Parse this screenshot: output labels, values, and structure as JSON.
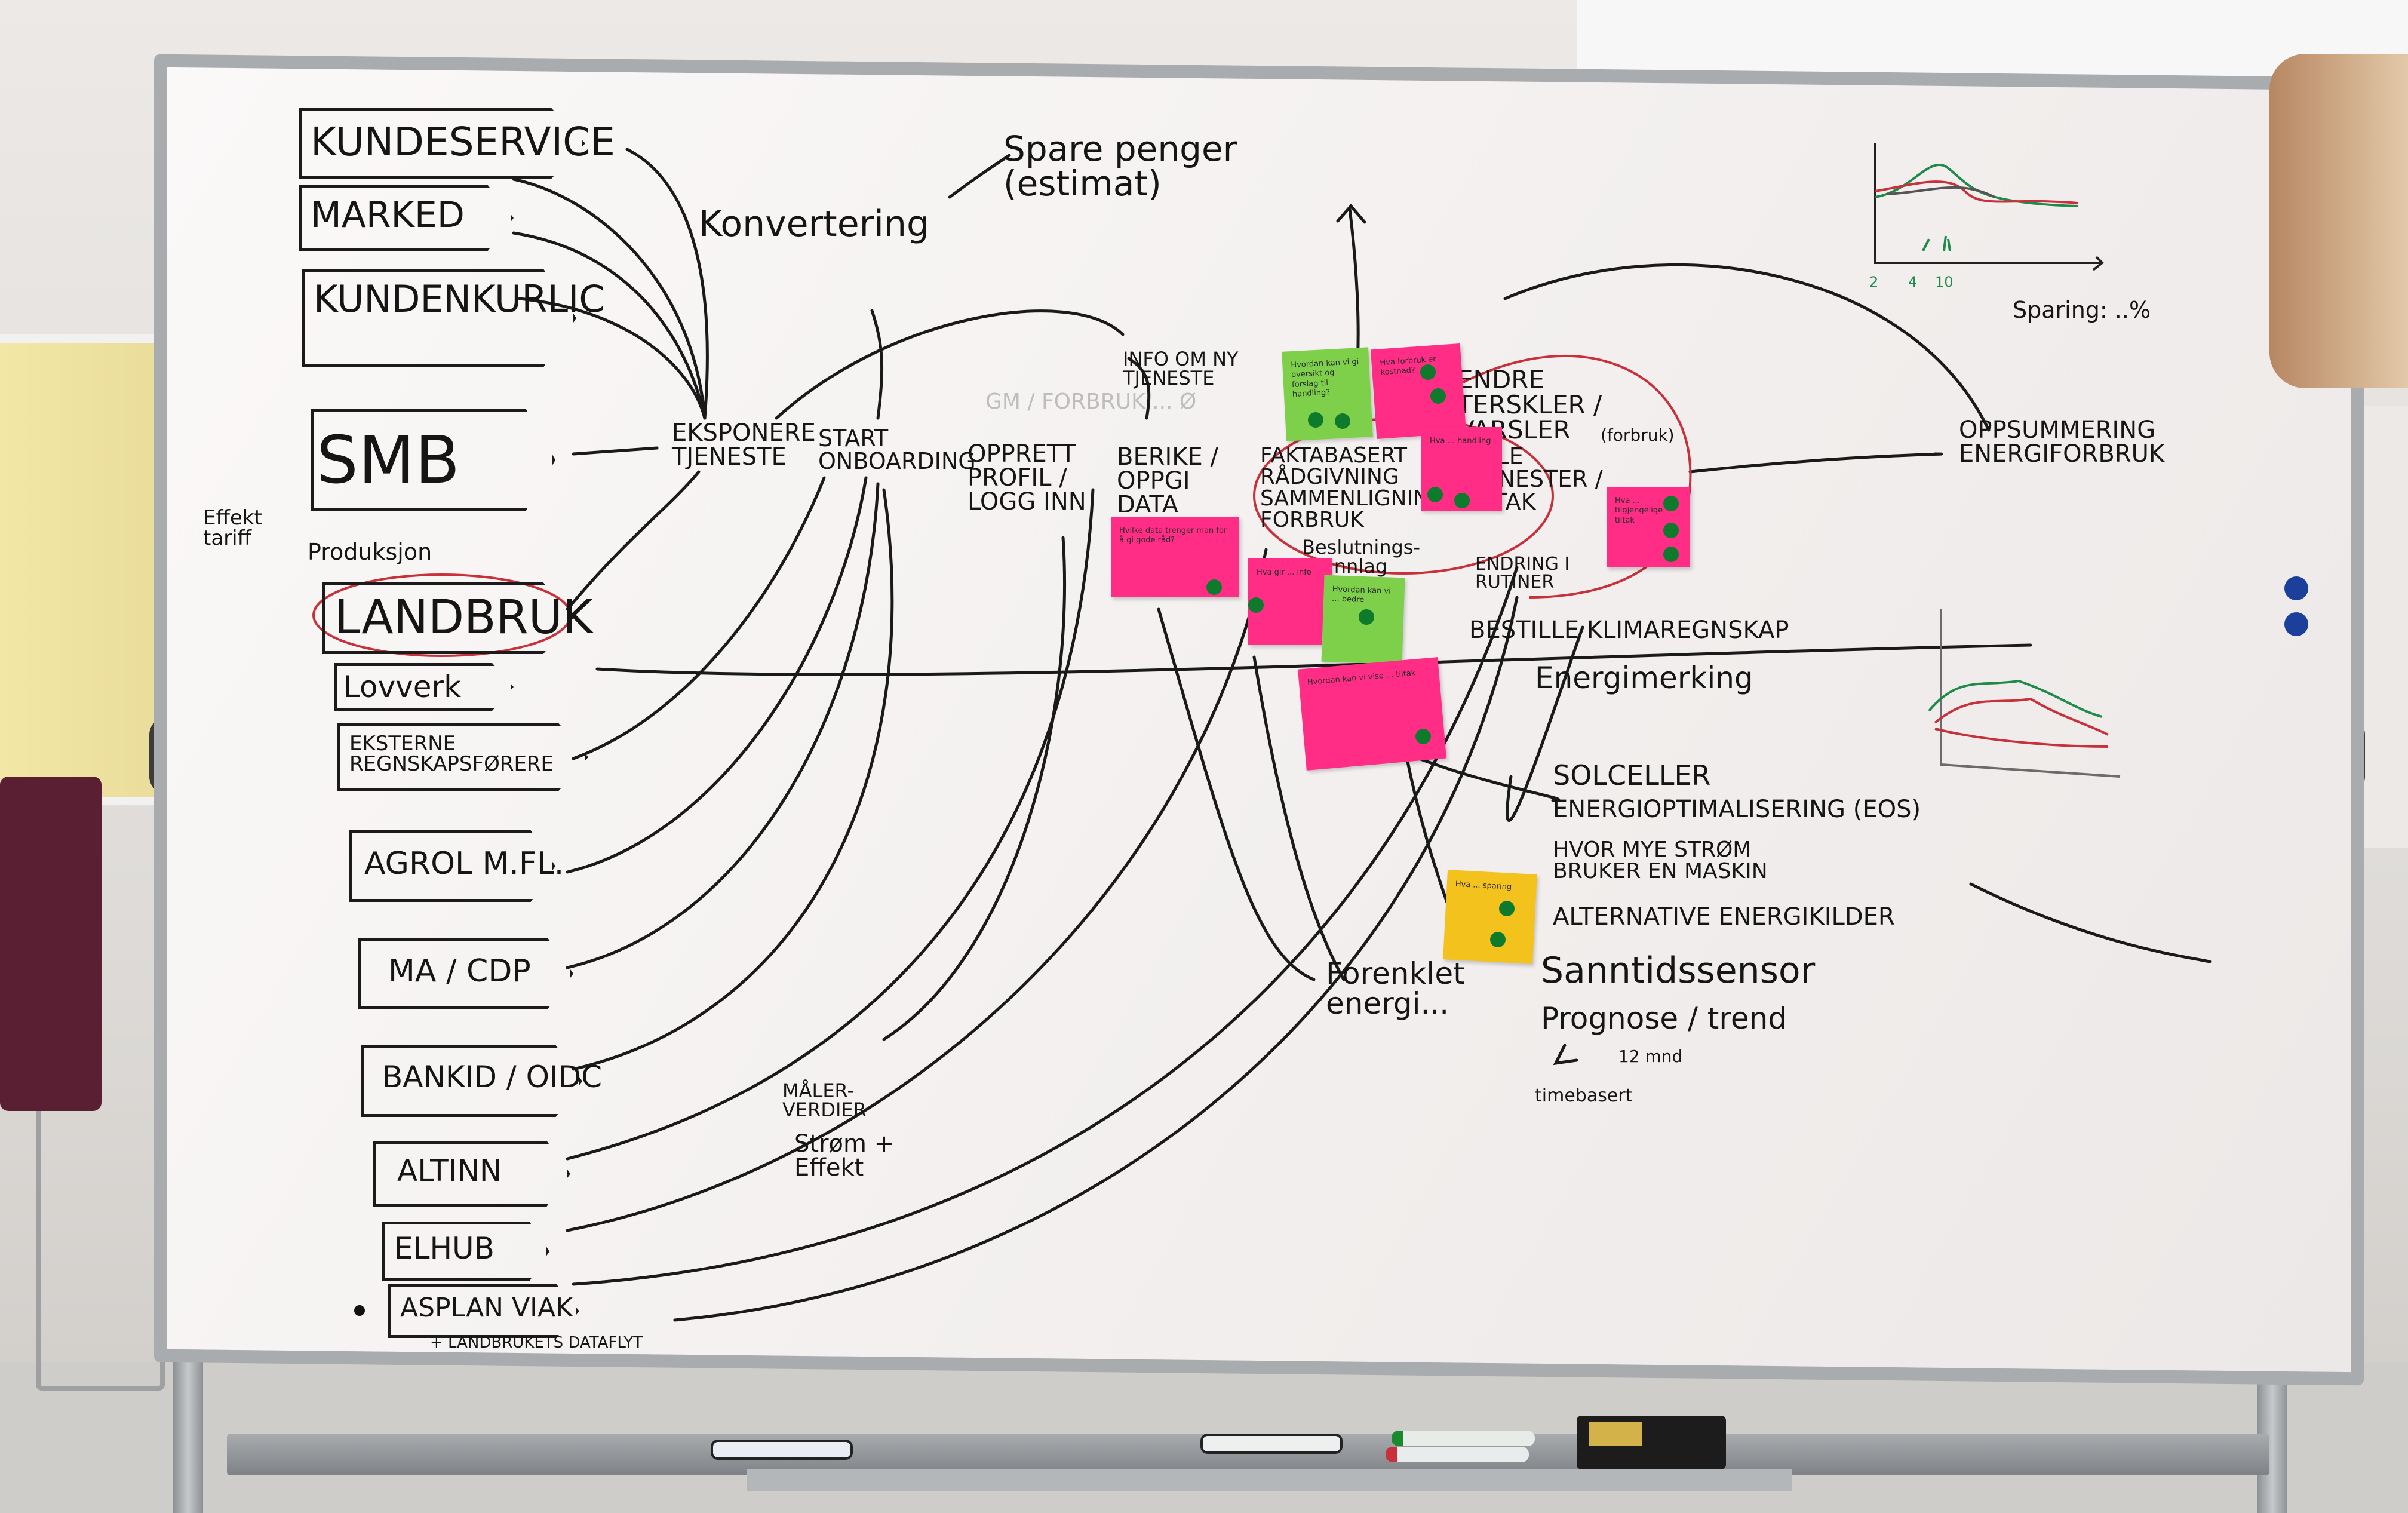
{
  "left_column": [
    "KUNDESERVICE",
    "MARKED",
    "KUNDENKURLIC",
    "SMB",
    "Produksjon",
    "LANDBRUK",
    "Lovverk",
    "EKSTERNE REGNSKAPSFØRERE",
    "AGROL M.FL.",
    "MA / CDP",
    "BANKID / OIDC",
    "ALTINN",
    "ELHUB",
    "ASPLAN VIAK",
    "+ LANDBRUKETS DATAFLYT"
  ],
  "effekt_tariff": "Effekt tariff",
  "flow": [
    "EKSPONERE TJENESTE",
    "START ONBOARDING",
    "OPPRETT PROFIL / LOGG INN",
    "BERIKE / OPPGI DATA",
    "FAKTABASERT RÅDGIVNING SAMMENLIGNING FORBRUK",
    "ENDRE TERSKLER / VARSLER",
    "TILLE TJENESTER / TILTAK",
    "ENDRING I RUTINER"
  ],
  "top_texts": [
    "Spare penger (estimat)",
    "Konvertering",
    "INFO OM NY TJENESTE",
    "GM / FORBRUK ... Ø"
  ],
  "beslutning": "Beslutnings- grunnlag",
  "forbruk_note": "(forbruk)",
  "oppsummering": "OPPSUMMERING ENERGIFORBRUK",
  "right_list": [
    "BESTILLE KLIMAREGNSKAP",
    "Energimerking",
    "SOLCELLER",
    "ENERGIOPTIMALISERING (EOS)",
    "HVOR MYE STRØM BRUKER EN MASKIN",
    "ALTERNATIVE ENERGIKILDER",
    "Sanntidssensor",
    "Prognose / trend",
    "12 mnd",
    "timebasert",
    "Forenklet energi..."
  ],
  "maler": [
    "MÅLER- VERDIER",
    "Strøm + Effekt"
  ],
  "sparing": "Sparing: ..%",
  "tick_labels": [
    "2",
    "4",
    "10"
  ],
  "sticky_notes": [
    {
      "color": "green",
      "text": "Hvordan kan vi gi oversikt og forslag til handling?"
    },
    {
      "color": "pink",
      "text": "Hva forbruk er kostnad?"
    },
    {
      "color": "pink",
      "text": "Hva ...  handling"
    },
    {
      "color": "pink",
      "text": "Hva ... tilgjengelige tiltak"
    },
    {
      "color": "pink",
      "text": "Hvilke data trenger man for å gi gode råd?"
    },
    {
      "color": "pink",
      "text": "Hva gir ... info"
    },
    {
      "color": "green",
      "text": "Hvordan kan vi ... bedre"
    },
    {
      "color": "pink",
      "text": "Hvordan kan vi vise ... tiltak"
    },
    {
      "color": "yellow",
      "text": "Hva ... sparing"
    }
  ],
  "colors": {
    "ink": "#141414",
    "pink_note": "#ff2d86",
    "green_note": "#7ed04a",
    "yellow_note": "#f4c21c",
    "red_ink": "#c8303a",
    "green_ink": "#1f8a4a"
  }
}
